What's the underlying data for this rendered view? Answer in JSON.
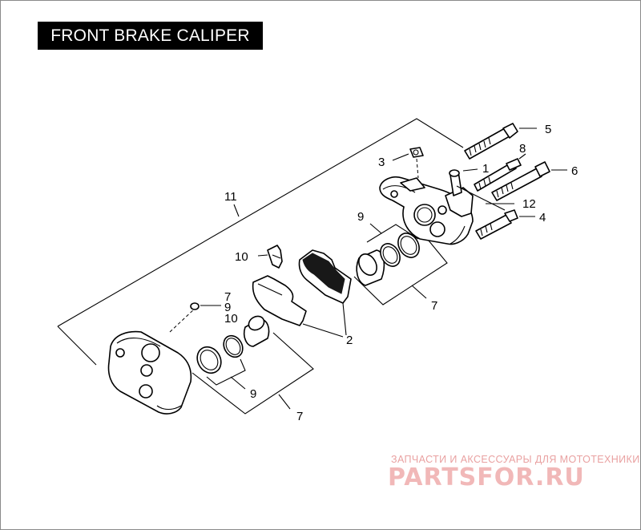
{
  "title": "FRONT BRAKE CALIPER",
  "callouts": [
    {
      "id": "c5",
      "text": "5"
    },
    {
      "id": "c8",
      "text": "8"
    },
    {
      "id": "c3",
      "text": "3"
    },
    {
      "id": "c1",
      "text": "1"
    },
    {
      "id": "c6",
      "text": "6"
    },
    {
      "id": "c11",
      "text": "11"
    },
    {
      "id": "c12",
      "text": "12"
    },
    {
      "id": "c9a",
      "text": "9"
    },
    {
      "id": "c4",
      "text": "4"
    },
    {
      "id": "c10a",
      "text": "10"
    },
    {
      "id": "c7a",
      "text": "7"
    },
    {
      "id": "c7b",
      "text": "7"
    },
    {
      "id": "c9b",
      "text": "9"
    },
    {
      "id": "c10b",
      "text": "10"
    },
    {
      "id": "c2",
      "text": "2"
    },
    {
      "id": "c9c",
      "text": "9"
    },
    {
      "id": "c7c",
      "text": "7"
    }
  ],
  "watermark": {
    "tagline": "ЗАПЧАСТИ И АКСЕССУАРЫ ДЛЯ МОТОТЕХНИКИ",
    "logo": "PARTSFOR.RU",
    "color": "#e9a1a1"
  }
}
